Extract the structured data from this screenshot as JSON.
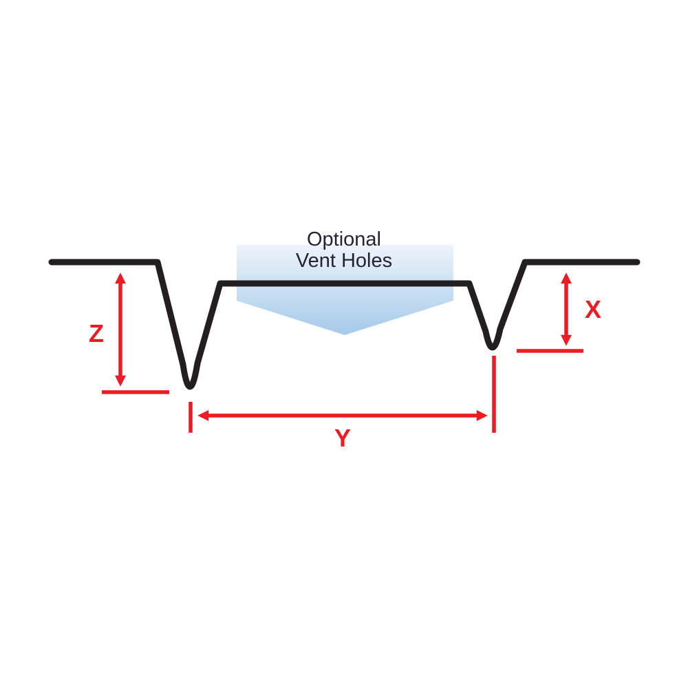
{
  "diagram": {
    "vent_label": {
      "line1": "Optional",
      "line2": "Vent Holes"
    },
    "dimensions": {
      "z": "Z",
      "x": "X",
      "y": "Y"
    }
  },
  "colors": {
    "background": "#ffffff",
    "ink": "#231f20",
    "red": "#ec1b24",
    "label": "#252233",
    "vent_top": "#edf4fb",
    "vent_bottom": "#a5cae9"
  }
}
